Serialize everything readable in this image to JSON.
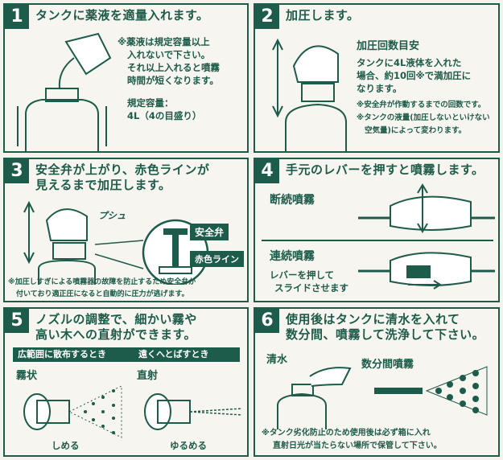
{
  "p1": {
    "num": "1",
    "title": "タンクに薬液を適量入れます。",
    "note1": "※薬液は規定容量以上",
    "note2": "入れないで下さい。",
    "note3": "それ以上入れると噴霧",
    "note4": "時間が短くなります。",
    "cap_label": "規定容量：",
    "cap_value": "4L（4の目盛り）"
  },
  "p2": {
    "num": "2",
    "title": "加圧します。",
    "sub": "加圧回数目安",
    "l1": "タンクに4L液体を入れた",
    "l2": "場合、約10回※で満加圧に",
    "l3": "なります。",
    "n1": "※安全弁が作動するまでの回数です。",
    "n2": "※タンクの液量(加圧しないといけない",
    "n3": "空気量)によって変わります。"
  },
  "p3": {
    "num": "3",
    "title1": "安全弁が上がり、赤色ラインが",
    "title2": "見えるまで加圧します。",
    "sound": "プシュ",
    "valve": "安全弁",
    "red_line": "赤色ライン",
    "note1": "※加圧しすぎによる噴霧器の故障を防止するため安全弁が",
    "note2": "付いており適正圧になると自動的に圧力が逃げます。"
  },
  "p4": {
    "num": "4",
    "title": "手元のレバーを押すと噴霧します。",
    "intermittent": "断続噴霧",
    "continuous": "連続噴霧",
    "c1": "レバーを押して",
    "c2": "スライドさせます"
  },
  "p5": {
    "num": "5",
    "title1": "ノズルの調整で、細かい霧や",
    "title2": "高い木への直射ができます。",
    "wide_head": "広範囲に散布するとき",
    "far_head": "遠くへとばすとき",
    "mist": "霧状",
    "jet": "直射",
    "tighten": "しめる",
    "loosen": "ゆるめる"
  },
  "p6": {
    "num": "6",
    "title1": "使用後はタンクに清水を入れて",
    "title2": "数分間、噴霧して洗浄して下さい。",
    "water": "清水",
    "spray": "数分間噴霧",
    "note1": "※タンク劣化防止のため使用後は必ず箱に入れ",
    "note2": "直射日光が当たらない場所で保管して下さい。"
  }
}
